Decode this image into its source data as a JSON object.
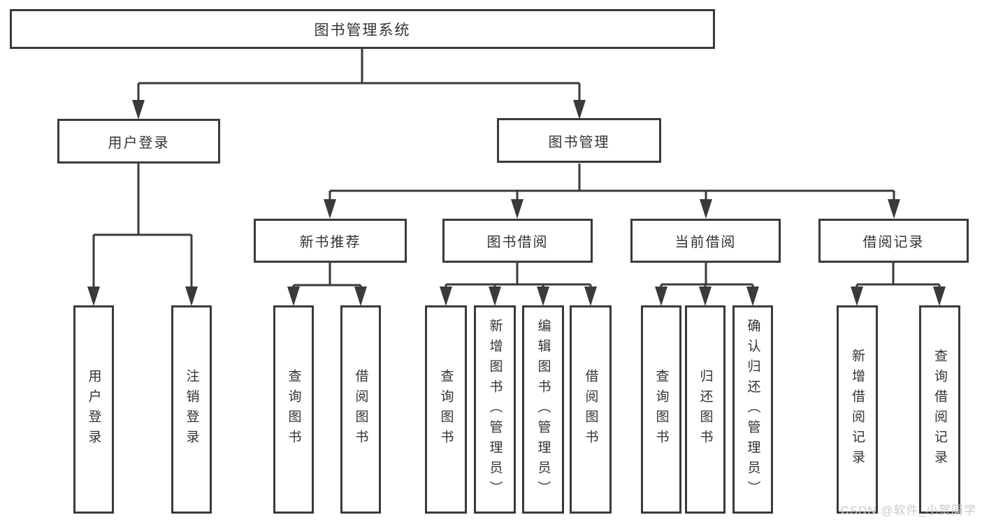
{
  "nodes": {
    "root": {
      "label": "图书管理系统"
    },
    "user_login": {
      "label": "用户登录"
    },
    "book_mgmt": {
      "label": "图书管理"
    },
    "new_book_rec": {
      "label": "新书推荐"
    },
    "book_borrow": {
      "label": "图书借阅"
    },
    "current_borrow": {
      "label": "当前借阅"
    },
    "borrow_records": {
      "label": "借阅记录"
    },
    "leaf_user_login": {
      "label": "用户登录"
    },
    "leaf_logout": {
      "label": "注销登录"
    },
    "leaf_nb_query": {
      "label": "查询图书"
    },
    "leaf_nb_borrow": {
      "label": "借阅图书"
    },
    "leaf_bb_query": {
      "label": "查询图书"
    },
    "leaf_bb_add": {
      "label": "新增图书（管理员）"
    },
    "leaf_bb_edit": {
      "label": "编辑图书（管理员）"
    },
    "leaf_bb_borrow": {
      "label": "借阅图书"
    },
    "leaf_cb_query": {
      "label": "查询图书"
    },
    "leaf_cb_return": {
      "label": "归还图书"
    },
    "leaf_cb_confirm": {
      "label": "确认归还（管理员）"
    },
    "leaf_br_add": {
      "label": "新增借阅记录"
    },
    "leaf_br_query": {
      "label": "查询借阅记录"
    }
  },
  "watermark": {
    "text": "CSDN @软件_小贺同学"
  },
  "colors": {
    "line": "#3a3a3a",
    "text": "#333333",
    "watermark": "#c9c9c9",
    "background": "#ffffff"
  }
}
